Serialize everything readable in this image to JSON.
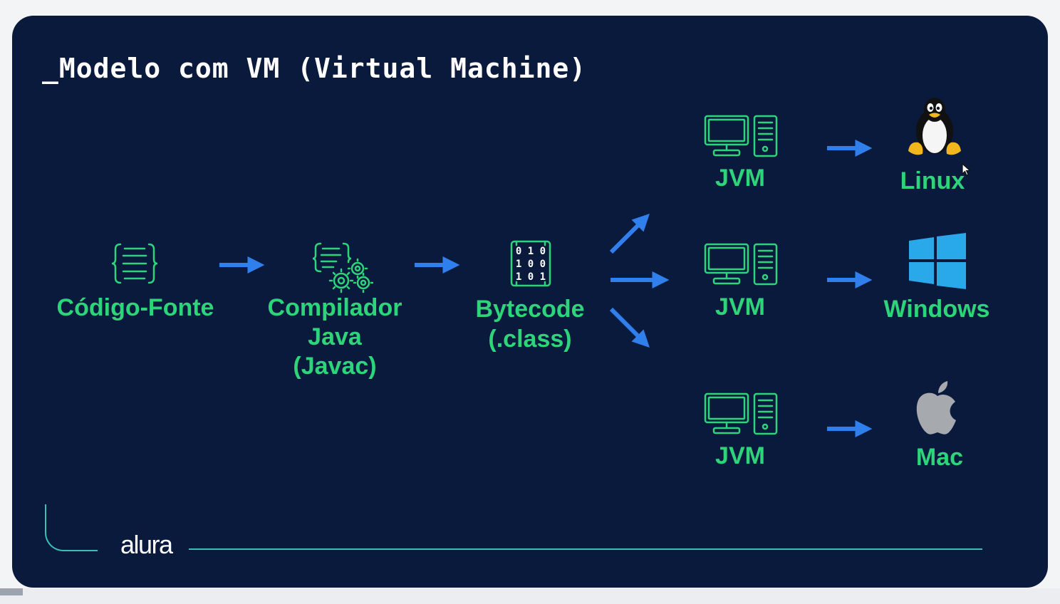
{
  "slide": {
    "title": "_Modelo com VM (Virtual Machine)",
    "logo_text": "alura"
  },
  "nodes": {
    "source": {
      "label": "Código-Fonte",
      "icon": "source-code-icon"
    },
    "compiler": {
      "label_lines": [
        "Compilador",
        "Java",
        "(Javac)"
      ],
      "icon": "compiler-gears-icon"
    },
    "bytecode": {
      "label_lines": [
        "Bytecode",
        "(.class)"
      ],
      "icon": "binary-file-icon",
      "digits": [
        "0 1 0",
        "1 0 0",
        "1 0 1"
      ]
    },
    "jvms": [
      {
        "label": "JVM",
        "icon": "computer-icon"
      },
      {
        "label": "JVM",
        "icon": "computer-icon"
      },
      {
        "label": "JVM",
        "icon": "computer-icon"
      }
    ],
    "platforms": [
      {
        "label": "Linux",
        "icon": "tux-penguin-icon"
      },
      {
        "label": "Windows",
        "icon": "windows-logo-icon"
      },
      {
        "label": "Mac",
        "icon": "apple-logo-icon"
      }
    ]
  },
  "colors": {
    "background": "#0a1a3d",
    "accent_green": "#2ed47a",
    "arrow_blue": "#2f80ed",
    "footer_line": "#3bbfb3"
  }
}
